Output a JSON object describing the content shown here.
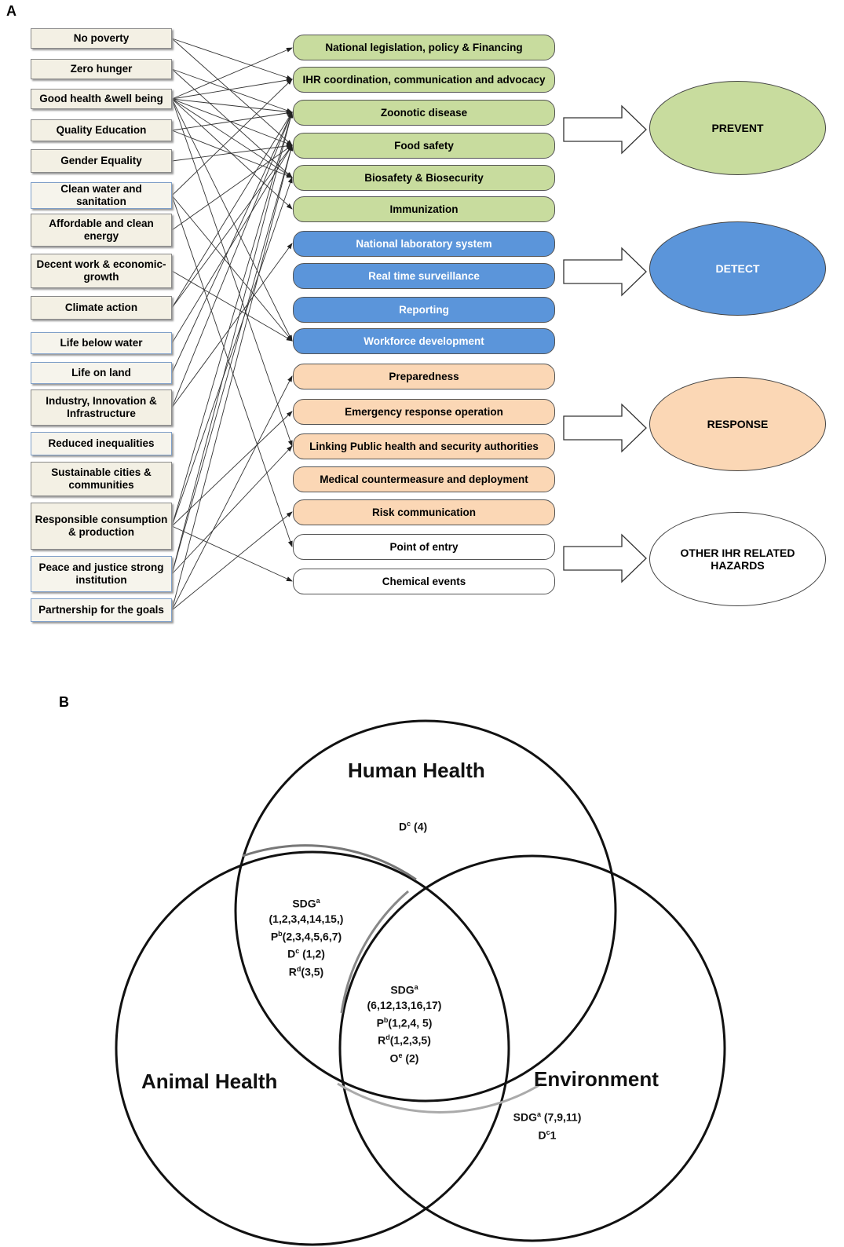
{
  "panel_a": {
    "label": "A",
    "sdgs": [
      "No poverty",
      "Zero hunger",
      "Good health &well being",
      "Quality Education",
      "Gender Equality",
      "Clean water and sanitation",
      "Affordable and clean energy",
      "Decent work & economic-growth",
      "Climate action",
      "Life below water",
      "Life on land",
      "Industry, Innovation & Infrastructure",
      "Reduced inequalities",
      "Sustainable cities & communities",
      "Responsible consumption & production",
      "Peace and justice strong institution",
      "Partnership for the goals"
    ],
    "capacities": [
      "National legislation, policy & Financing",
      "IHR coordination, communication  and advocacy",
      "Zoonotic disease",
      "Food safety",
      "Biosafety & Biosecurity",
      "Immunization",
      "National laboratory system",
      "Real time surveillance",
      "Reporting",
      "Workforce development",
      "Preparedness",
      "Emergency response operation",
      "Linking Public health and  security authorities",
      "Medical  countermeasure and deployment",
      "Risk communication",
      "Point of entry",
      "Chemical events"
    ],
    "outcomes": [
      "PREVENT",
      "DETECT",
      "RESPONSE",
      "OTHER IHR RELATED HAZARDS"
    ],
    "colors": {
      "prevent": "#c8dc9e",
      "detect": "#5b95da",
      "response": "#fbd7b5",
      "other": "#ffffff",
      "sdg_box": "#f3f0e4"
    }
  },
  "panel_b": {
    "label": "B",
    "circles": {
      "human": "Human Health",
      "animal": "Animal Health",
      "environment": "Environment"
    },
    "human_only": [
      "D",
      "c",
      " (4)"
    ],
    "human_animal": [
      [
        "SDG",
        "a",
        ""
      ],
      [
        "",
        "",
        "(1,2,3,4,14,15,)"
      ],
      [
        "P",
        "b",
        "(2,3,4,5,6,7)"
      ],
      [
        "D",
        "c",
        " (1,2)"
      ],
      [
        "R",
        "d",
        "(3,5)"
      ]
    ],
    "all_three": [
      [
        "SDG",
        "a",
        ""
      ],
      [
        "",
        "",
        "(6,12,13,16,17)"
      ],
      [
        "P",
        "b",
        "(1,2,4, 5)"
      ],
      [
        "R",
        "d",
        "(1,2,3,5)"
      ],
      [
        "O",
        "e",
        " (2)"
      ]
    ],
    "environment_only": [
      [
        "SDG",
        "a",
        " (7,9,11)"
      ],
      [
        "D",
        "c",
        "1"
      ]
    ]
  }
}
